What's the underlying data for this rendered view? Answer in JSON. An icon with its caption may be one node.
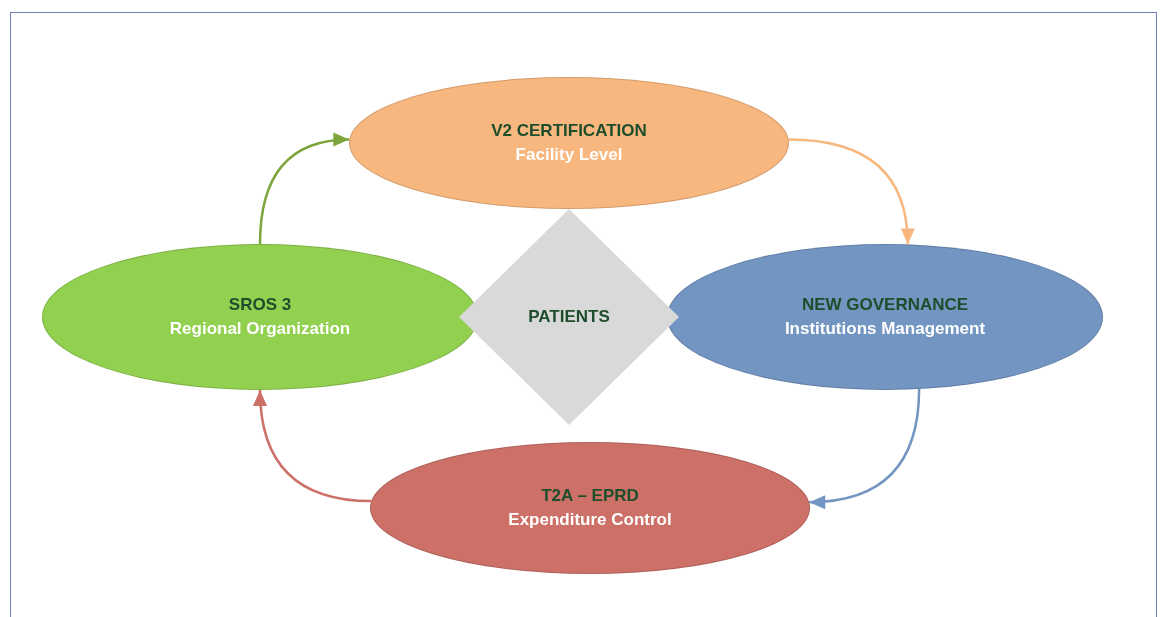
{
  "diagram": {
    "nodes": [
      {
        "text": [
          "V2 CERTIFICATION",
          "Facility Level"
        ]
      },
      {
        "text": [
          "SROS 3",
          "Regional Organization"
        ]
      },
      {
        "text": [
          "PATIENTS"
        ]
      },
      {
        "text": [
          "NEW GOVERNANCE",
          "Institutions Management"
        ]
      },
      {
        "text": [
          "T2A – EPRD",
          "Expenditure Control"
        ]
      }
    ],
    "edges": [
      {
        "from": 1,
        "to": 0,
        "arrow": "to",
        "color": "#7ea53d"
      },
      {
        "from": 0,
        "to": 3,
        "arrow": "to",
        "color": "#f8b77e"
      },
      {
        "from": 3,
        "to": 4,
        "arrow": "to",
        "color": "#7295c2"
      },
      {
        "from": 4,
        "to": 1,
        "arrow": "to",
        "color": "#cc7068"
      }
    ]
  }
}
